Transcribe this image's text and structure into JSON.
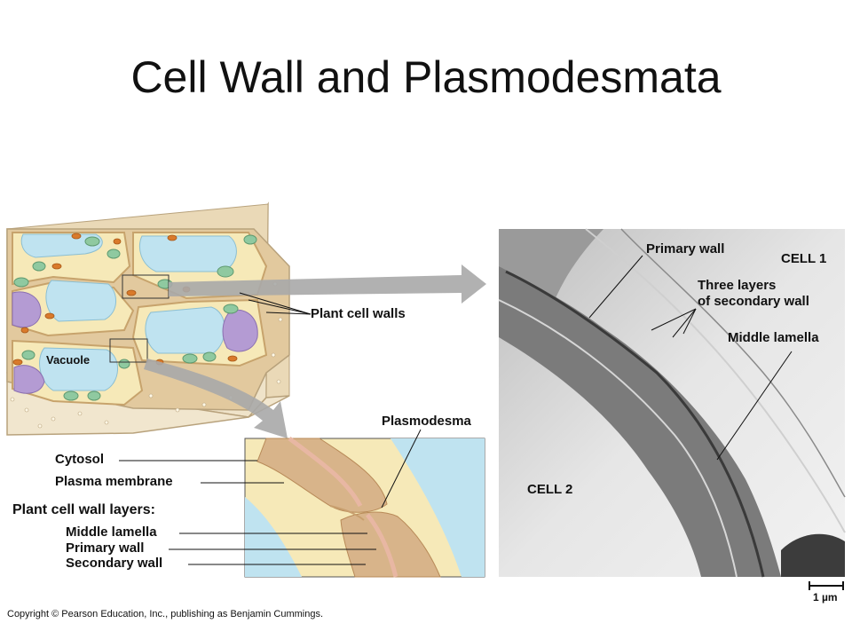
{
  "title": "Cell Wall and Plasmodesmata",
  "labels": {
    "plant_cell_walls": "Plant cell walls",
    "vacuole": "Vacuole",
    "plasmodesma": "Plasmodesma",
    "cytosol": "Cytosol",
    "plasma_membrane": "Plasma membrane",
    "wall_layers_heading": "Plant cell wall layers:",
    "middle_lamella": "Middle lamella",
    "primary_wall": "Primary wall",
    "secondary_wall": "Secondary wall"
  },
  "micrograph": {
    "primary_wall": "Primary wall",
    "cell1": "CELL 1",
    "three_layers_line1": "Three layers",
    "three_layers_line2": "of secondary wall",
    "middle_lamella": "Middle lamella",
    "cell2": "CELL 2",
    "scale_bar": "1 µm"
  },
  "copyright": "Copyright © Pearson Education, Inc., publishing as Benjamin Cummings.",
  "colors": {
    "cytosol": "#f6e9b8",
    "vacuole": "#bfe3f0",
    "wall": "#e6cda6",
    "tissue_side": "#efe3c9",
    "wall_brown": "#d8b48a",
    "membrane": "#e8b7a3",
    "nucleus": "#b49bd3",
    "chloroplast": "#8fc9a0",
    "mitochondrion": "#d97a2b",
    "arrow_gray": "#a9a9a9"
  }
}
